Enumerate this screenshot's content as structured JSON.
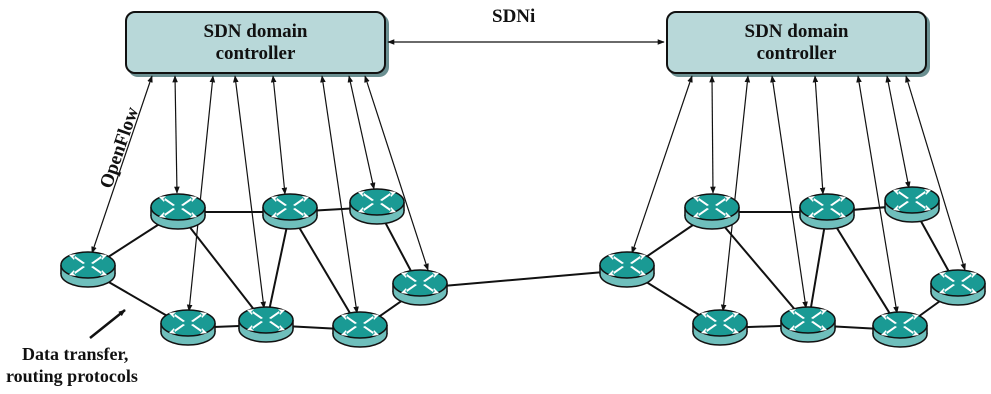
{
  "controllers": {
    "left": "SDN domain\ncontroller",
    "right": "SDN domain\ncontroller"
  },
  "labels": {
    "sdni": "SDNi",
    "openflow": "OpenFlow",
    "data_transfer_line1": "Data transfer,",
    "data_transfer_line2": "routing protocols"
  },
  "colors": {
    "router_top": "#1a9a94",
    "router_side": "#6fbfbc",
    "controller_fill": "#b8d8d9"
  }
}
